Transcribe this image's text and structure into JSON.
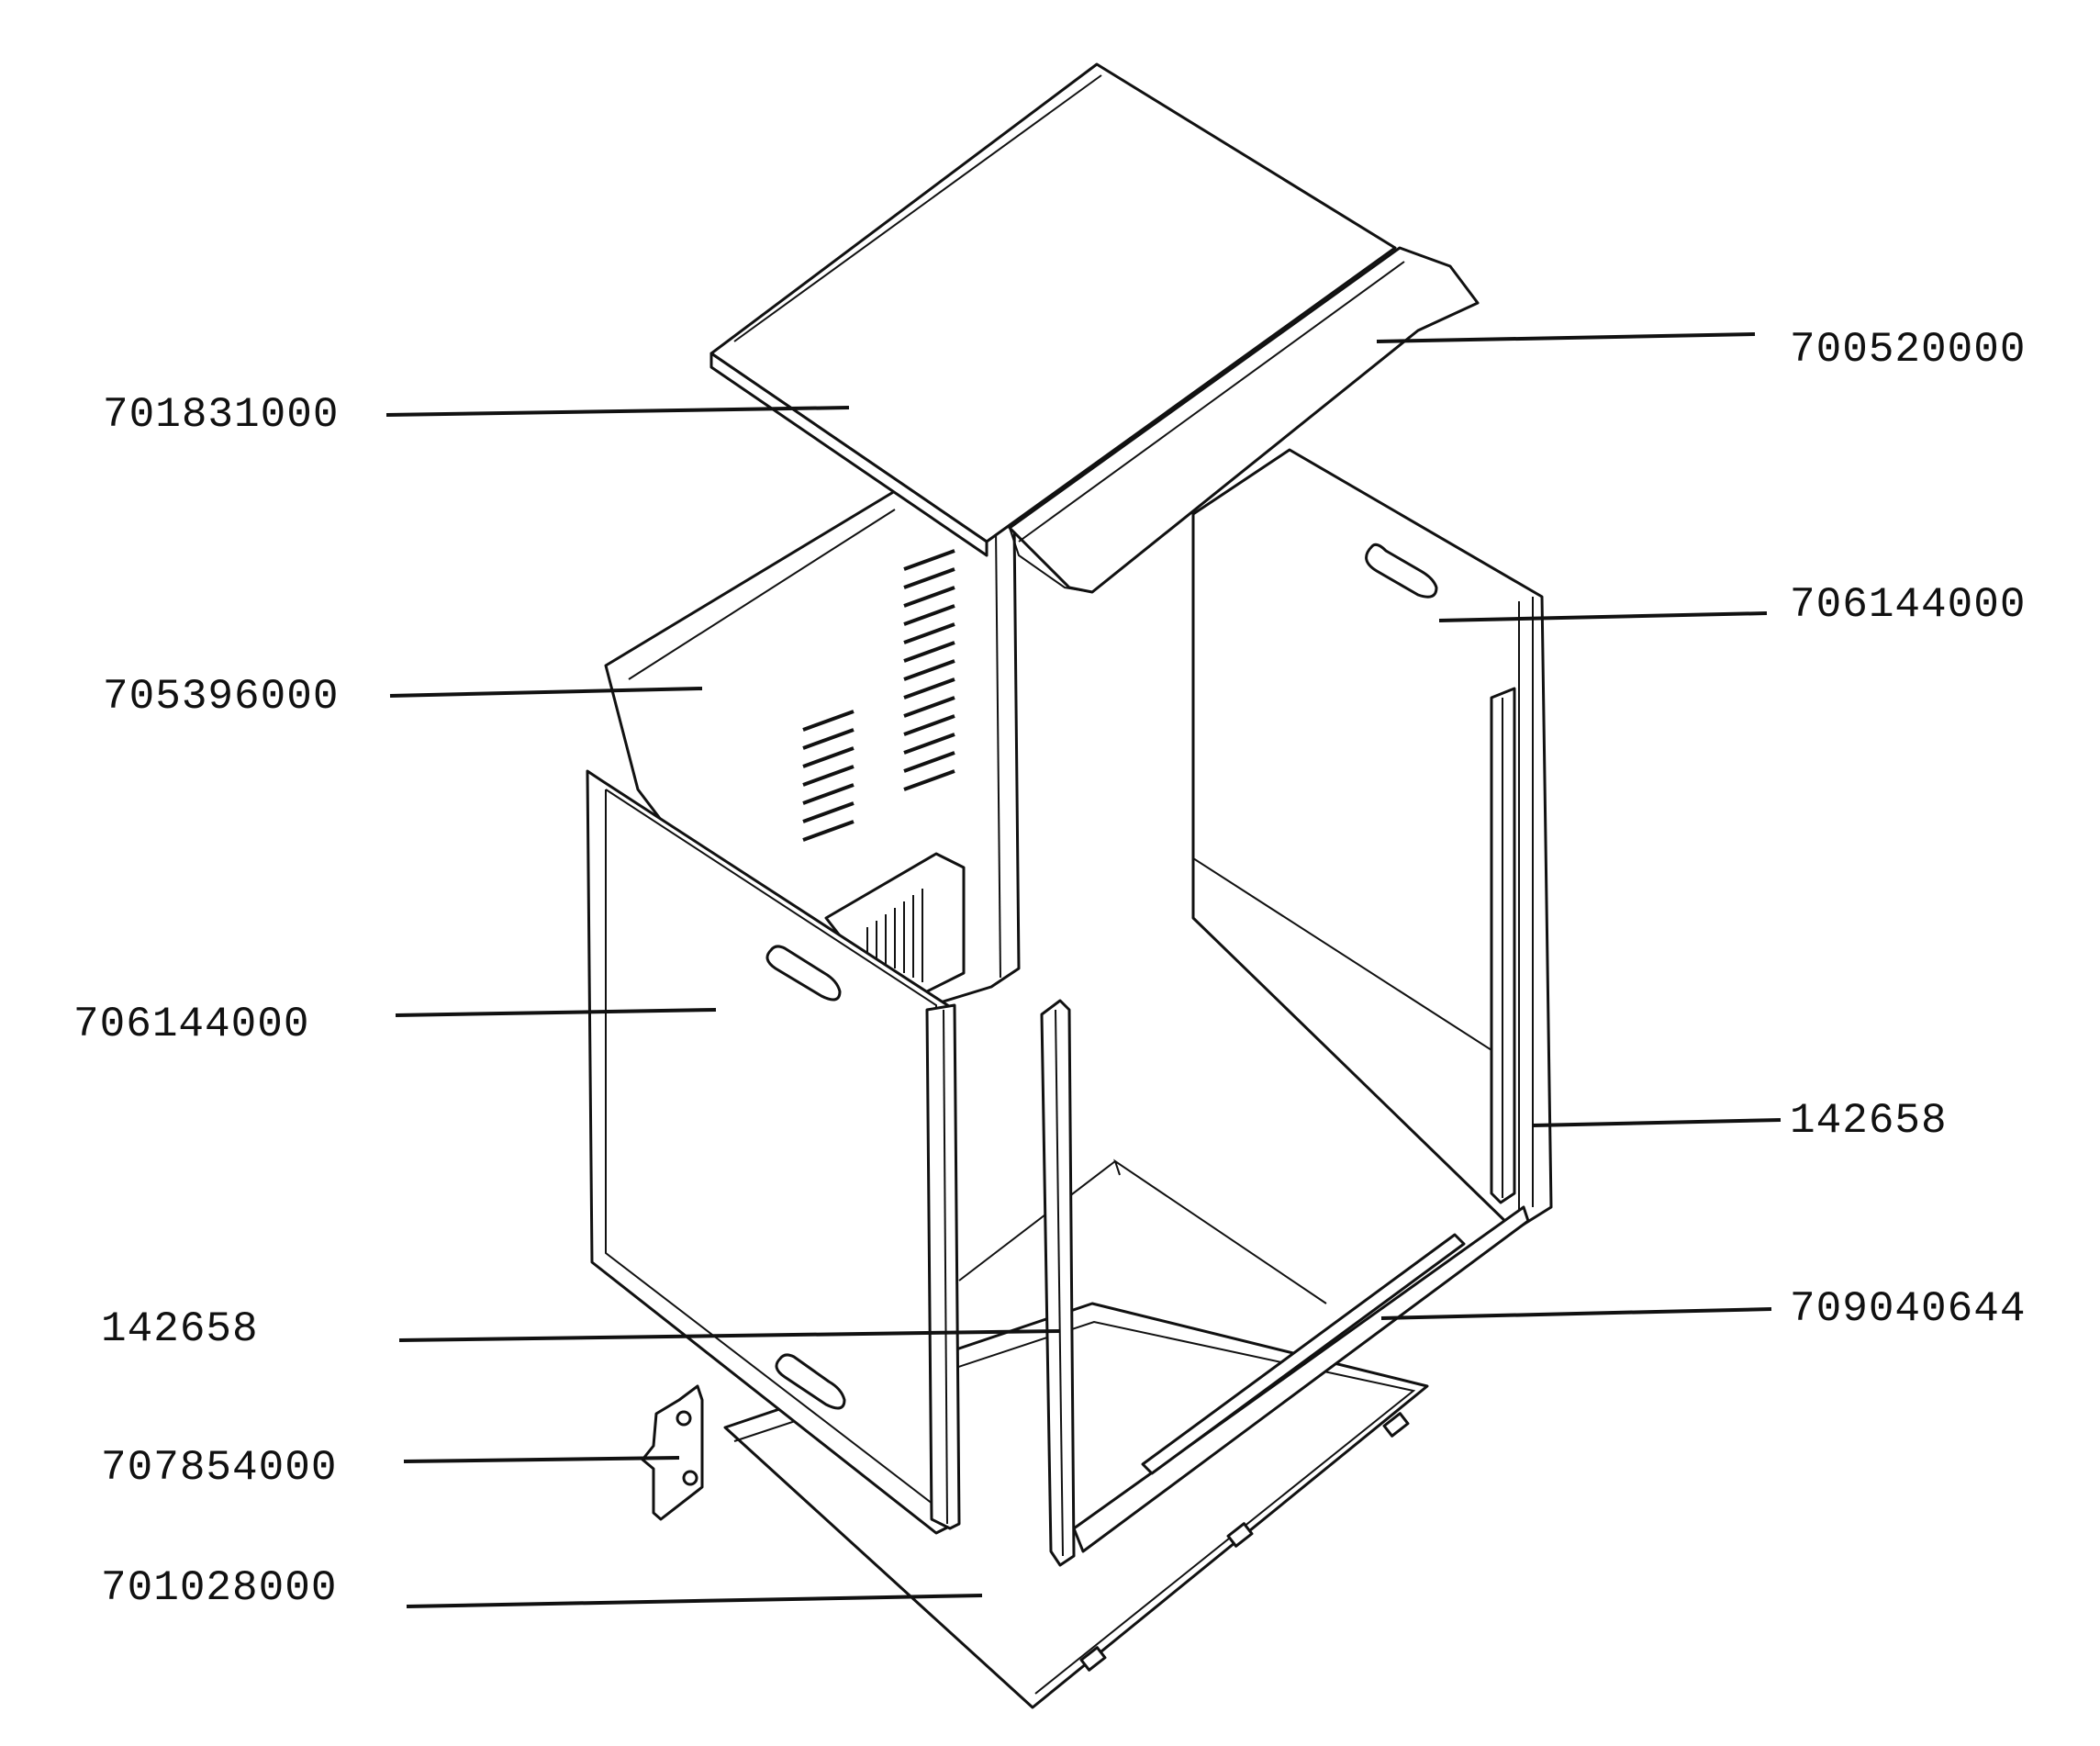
{
  "parts": {
    "top_left_panel": "701831000",
    "top_right_panel": "700520000",
    "back_panel": "705396000",
    "right_side_panel": "706144000",
    "left_side_panel": "706144000",
    "right_strip": "142658",
    "left_strip": "142658",
    "rail": "709040644",
    "bracket": "707854000",
    "base_panel": "701028000"
  }
}
